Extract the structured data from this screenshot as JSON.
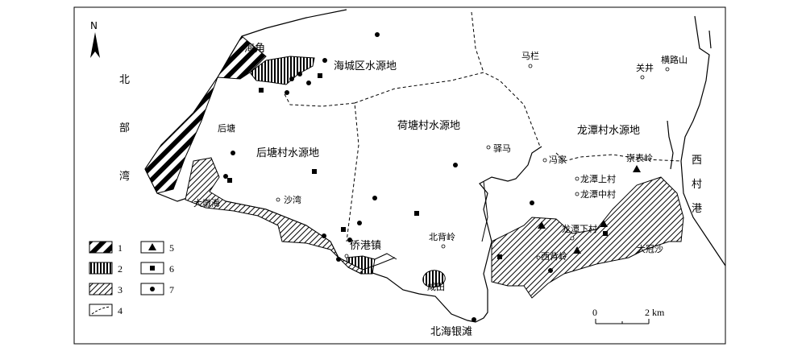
{
  "north_label": "N",
  "water_bodies": {
    "beibu_gulf": [
      "北",
      "部",
      "湾"
    ],
    "xicun_harbor": [
      "西",
      "村",
      "港"
    ]
  },
  "zones": {
    "haicheng": "海城区水源地",
    "houtang": "后塘村水源地",
    "hetang": "荷塘村水源地",
    "longtan": "龙潭村水源地"
  },
  "places": {
    "haijiao": "海角",
    "houtang_vil": "后塘",
    "dadunhai": "大墩海",
    "shawan": "沙湾",
    "qiaogang": "侨港镇",
    "beibeiling": "北背岭",
    "xiantian": "咸田",
    "yinhtan": "北海银滩",
    "mashi": "马栏",
    "guanjing": "关井",
    "henglushan": "横路山",
    "yima": "驿马",
    "fengjia": "冯家",
    "chongbiaoling": "崇表岭",
    "longtan_upper": "龙潭上村",
    "longtan_middle": "龙潭中村",
    "longtan_lower": "龙潭下村",
    "xibeiling": "西背岭",
    "daguanjiang": "大冠沙"
  },
  "legend": [
    "1",
    "2",
    "3",
    "4",
    "5",
    "6",
    "7"
  ],
  "scale": {
    "zero": "0",
    "two": "2 km"
  }
}
